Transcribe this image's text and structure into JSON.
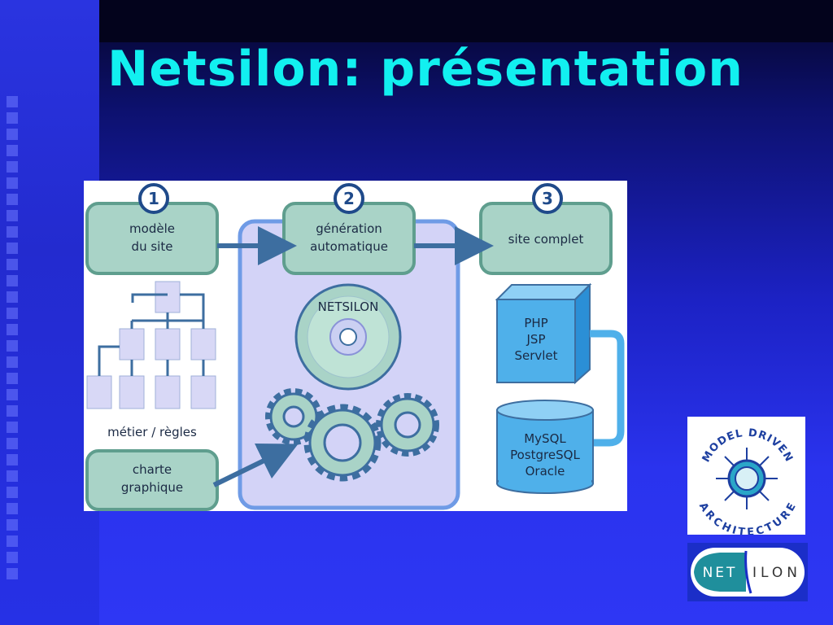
{
  "slide": {
    "title": "Netsilon: présentation"
  },
  "diagram": {
    "steps": [
      {
        "number": "1",
        "label_lines": [
          "modèle",
          "du site"
        ]
      },
      {
        "number": "2",
        "label_lines": [
          "génération",
          "automatique"
        ]
      },
      {
        "number": "3",
        "label_lines": [
          "site complet"
        ]
      }
    ],
    "disc_label": "NETSILON",
    "rules_label": "métier / règles",
    "charte_lines": [
      "charte",
      "graphique"
    ],
    "tech_lines": [
      "PHP",
      "JSP",
      "Servlet"
    ],
    "db_lines": [
      "MySQL",
      "PostgreSQL",
      "Oracle"
    ]
  },
  "logos": {
    "mda_top": "MODEL DRIVEN",
    "mda_bottom": "ARCHITECTURE",
    "netsilon_left": "NET",
    "netsilon_right": "ILON"
  },
  "colors": {
    "title": "#12f0f0",
    "step_box": "#a9d3c7",
    "step_border": "#5f9e8e",
    "center_panel": "#d3d3f7",
    "center_border": "#6f9be6",
    "arrow": "#3d6ea0",
    "tree": "#d8d8f6",
    "cube": "#4fb0ea",
    "logo_teal": "#1f8f9c"
  }
}
